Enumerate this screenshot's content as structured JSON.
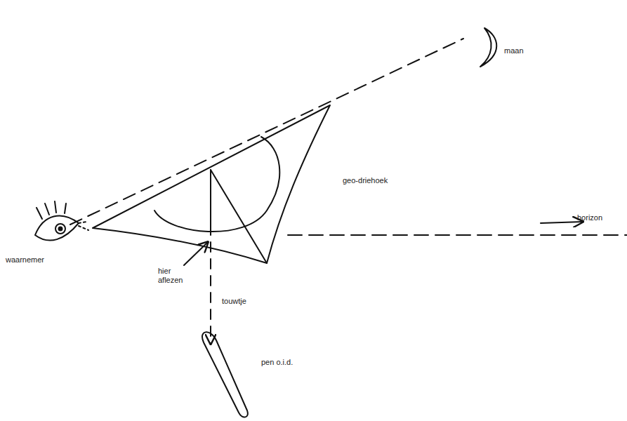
{
  "diagram": {
    "labels": [
      "maan",
      "geo-driehoek",
      "horizon",
      "waarnemer",
      "hier aflezen",
      "touwtje",
      "pen o.i.d."
    ]
  }
}
